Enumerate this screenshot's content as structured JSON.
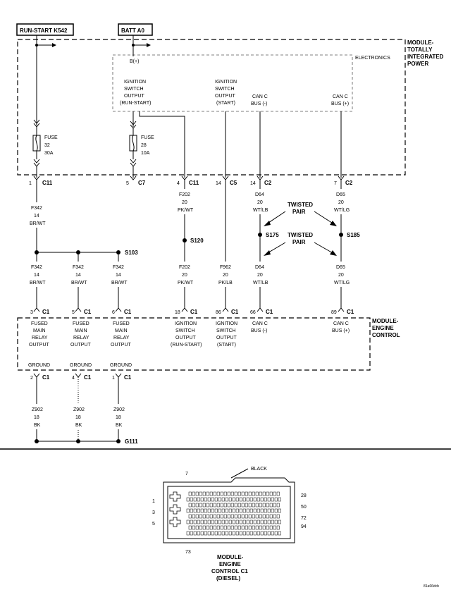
{
  "sources": {
    "run_start": "RUN-START K542",
    "batt": "BATT A0"
  },
  "tipm": {
    "title": [
      "MODULE-",
      "TOTALLY",
      "INTEGRATED",
      "POWER"
    ],
    "electronics": "ELECTRONICS",
    "bplus": "B(+)",
    "outputs": [
      [
        "IGNITION",
        "SWITCH",
        "OUTPUT",
        "(RUN-START)"
      ],
      [
        "IGNITION",
        "SWITCH",
        "OUTPUT",
        "(START)"
      ],
      [
        "CAN C",
        "BUS (-)"
      ],
      [
        "CAN C",
        "BUS (+)"
      ]
    ],
    "fuses": [
      [
        "FUSE",
        "32",
        "30A"
      ],
      [
        "FUSE",
        "28",
        "10A"
      ]
    ],
    "pins": [
      {
        "num": "1",
        "conn": "C11"
      },
      {
        "num": "5",
        "conn": "C7"
      },
      {
        "num": "4",
        "conn": "C11"
      },
      {
        "num": "14",
        "conn": "C5"
      },
      {
        "num": "14",
        "conn": "C2"
      },
      {
        "num": "7",
        "conn": "C2"
      }
    ]
  },
  "wires": {
    "f342_upper": [
      "F342",
      "14",
      "BR/WT"
    ],
    "f202_upper": [
      "F202",
      "20",
      "PK/WT"
    ],
    "d64_upper": [
      "D64",
      "20",
      "WT/LB"
    ],
    "d65_upper": [
      "D65",
      "20",
      "WT/LG"
    ],
    "f342_lower": [
      "F342",
      "14",
      "BR/WT"
    ],
    "f202_lower": [
      "F202",
      "20",
      "PK/WT"
    ],
    "f962": [
      "F962",
      "20",
      "PK/LB"
    ],
    "d64_lower": [
      "D64",
      "20",
      "WT/LB"
    ],
    "d65_lower": [
      "D65",
      "20",
      "WT/LG"
    ],
    "z902": [
      "Z902",
      "18",
      "BK"
    ]
  },
  "splices": {
    "s103": "S103",
    "s120": "S120",
    "s175": "S175",
    "s185": "S185"
  },
  "twisted_pair": [
    "TWISTED",
    "PAIR"
  ],
  "ecm": {
    "title": [
      "MODULE-",
      "ENGINE",
      "CONTROL"
    ],
    "pins_top": [
      {
        "num": "3",
        "conn": "C1"
      },
      {
        "num": "5",
        "conn": "C1"
      },
      {
        "num": "6",
        "conn": "C1"
      },
      {
        "num": "18",
        "conn": "C1"
      },
      {
        "num": "86",
        "conn": "C1"
      },
      {
        "num": "66",
        "conn": "C1"
      },
      {
        "num": "89",
        "conn": "C1"
      }
    ],
    "labels": [
      [
        "FUSED",
        "MAIN",
        "RELAY",
        "OUTPUT"
      ],
      [
        "IGNITION",
        "SWITCH",
        "OUTPUT",
        "(RUN-START)"
      ],
      [
        "IGNITION",
        "SWITCH",
        "OUTPUT",
        "(START)"
      ],
      [
        "CAN C",
        "BUS (-)"
      ],
      [
        "CAN C",
        "BUS (+)"
      ]
    ],
    "ground_label": "GROUND",
    "pins_bottom": [
      {
        "num": "2",
        "conn": "C1"
      },
      {
        "num": "4",
        "conn": "C1"
      },
      {
        "num": "1",
        "conn": "C1"
      }
    ]
  },
  "ground": "G111",
  "connector": {
    "color": "BLACK",
    "pin_top": "7",
    "pin_bottom": "73",
    "left_pins": [
      "1",
      "3",
      "5"
    ],
    "right_pins": [
      "28",
      "50",
      "72",
      "94"
    ],
    "caption": [
      "MODULE-",
      "ENGINE",
      "CONTROL C1",
      "(DIESEL)"
    ]
  },
  "figure_id": "81a66dcb"
}
